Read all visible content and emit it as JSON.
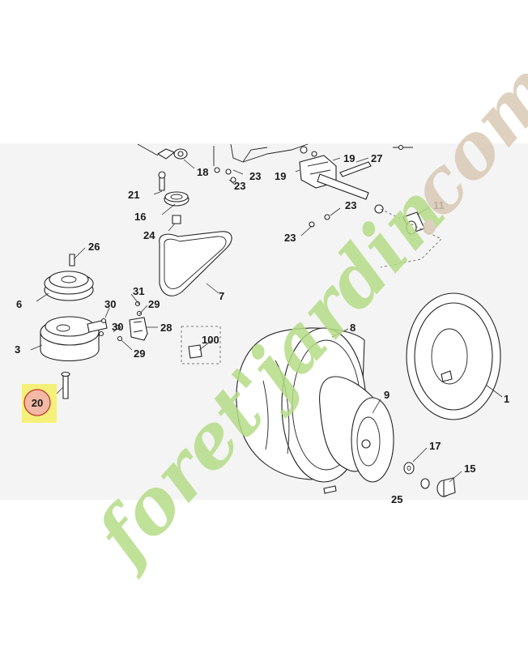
{
  "highlight": {
    "number": "20",
    "box_color": "#f5f07a",
    "circle_color": "#f3b9a6",
    "ring_color": "#c0392b"
  },
  "watermark": {
    "text_green": "foret'jardin",
    "text_tan": ".com",
    "green": "#b5dc87",
    "tan": "#d9c9b4"
  },
  "labels": {
    "p1": "1",
    "p3": "3",
    "p6": "6",
    "p7": "7",
    "p8": "8",
    "p9": "9",
    "p15": "15",
    "p16": "16",
    "p17": "17",
    "p18": "18",
    "p19a": "19",
    "p19b": "19",
    "p21": "21",
    "p23a": "23",
    "p23b": "23",
    "p23c": "23",
    "p23d": "23",
    "p24": "24",
    "p25": "25",
    "p26": "26",
    "p27": "27",
    "p28": "28",
    "p29a": "29",
    "p29b": "29",
    "p30a": "30",
    "p30b": "30",
    "p31": "31",
    "p100": "100",
    "p11": "11"
  }
}
